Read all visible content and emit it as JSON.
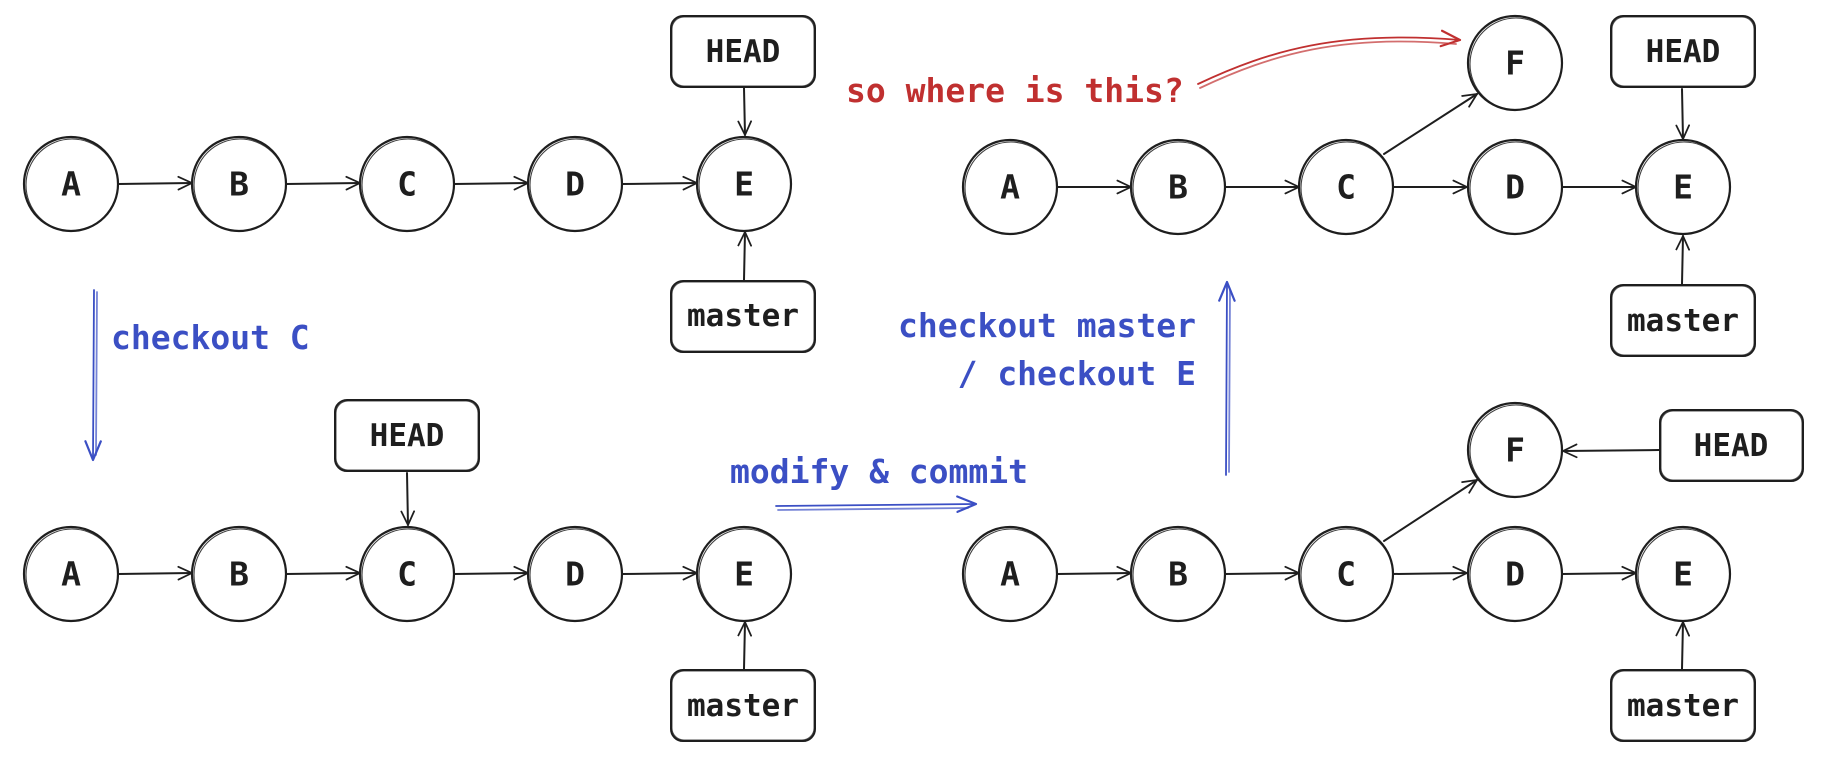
{
  "panels": {
    "top_left": {
      "nodes": [
        "A",
        "B",
        "C",
        "D",
        "E"
      ],
      "head_label": "HEAD",
      "master_label": "master"
    },
    "bottom_left": {
      "nodes": [
        "A",
        "B",
        "C",
        "D",
        "E"
      ],
      "head_label": "HEAD",
      "master_label": "master"
    },
    "bottom_right": {
      "nodes": [
        "A",
        "B",
        "C",
        "D",
        "E",
        "F"
      ],
      "head_label": "HEAD",
      "master_label": "master"
    },
    "top_right": {
      "nodes": [
        "A",
        "B",
        "C",
        "D",
        "E",
        "F"
      ],
      "head_label": "HEAD",
      "master_label": "master"
    }
  },
  "transitions": {
    "checkout_c": "checkout C",
    "modify_commit": "modify & commit",
    "checkout_master_line1": "checkout master",
    "checkout_master_line2": "/ checkout E"
  },
  "question": "so where is this?",
  "colors": {
    "ink": "#1e1e1e",
    "blue": "#3b4fc4",
    "red": "#c03030"
  }
}
